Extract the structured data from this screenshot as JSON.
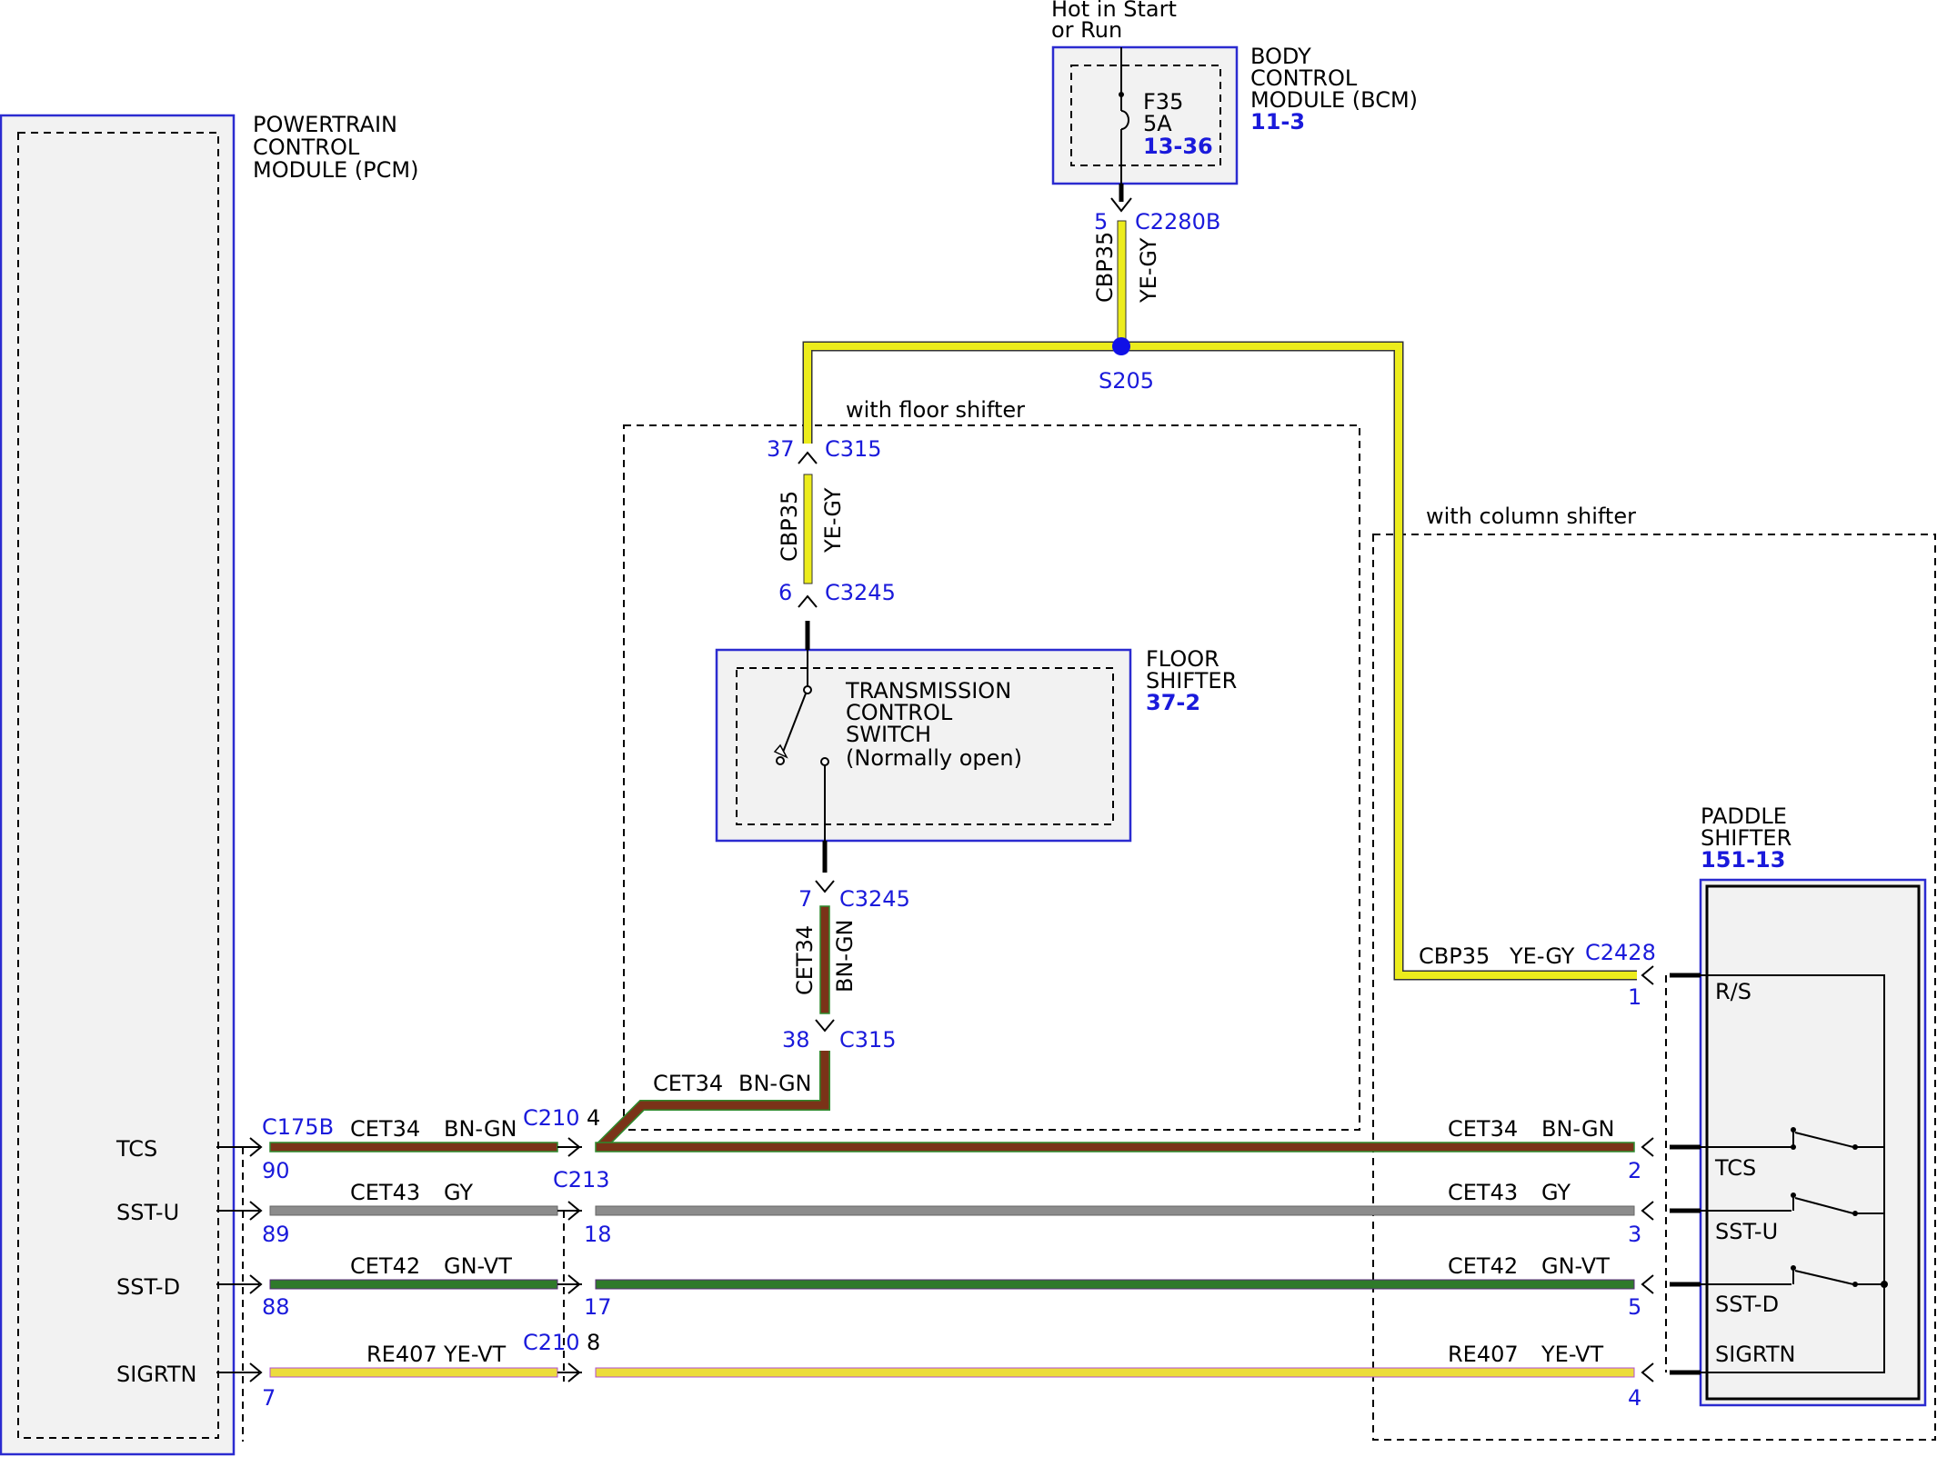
{
  "modules": {
    "pcm": {
      "line1": "POWERTRAIN",
      "line2": "CONTROL",
      "line3": "MODULE (PCM)"
    },
    "bcm": {
      "line1": "BODY",
      "line2": "CONTROL",
      "line3": "MODULE (BCM)",
      "ref": "11-3"
    },
    "floor_shifter": {
      "line1": "FLOOR",
      "line2": "SHIFTER",
      "ref": "37-2"
    },
    "paddle_shifter": {
      "line1": "PADDLE",
      "line2": "SHIFTER",
      "ref": "151-13"
    }
  },
  "power": {
    "hot_line1": "Hot in Start",
    "hot_line2": "or Run",
    "fuse": "F35",
    "fuse_rating": "5A",
    "fuse_ref": "13-36"
  },
  "switch": {
    "line1": "TRANSMISSION",
    "line2": "CONTROL",
    "line3": "SWITCH",
    "line4": "(Normally open)"
  },
  "variants": {
    "floor": "with floor shifter",
    "column": "with column shifter"
  },
  "splice": "S205",
  "connectors": {
    "c2280b": "C2280B",
    "c2280b_pin": "5",
    "c315": "C315",
    "c315_pin_top": "37",
    "c315_pin_bottom": "38",
    "c3245": "C3245",
    "c3245_pin_top": "6",
    "c3245_pin_bottom": "7",
    "c175b": "C175B",
    "c210": "C210",
    "c210_pin_a": "4",
    "c210_pin_b": "8",
    "c213": "C213",
    "c2428": "C2428"
  },
  "wires": {
    "bcm_feed": {
      "circuit": "CBP35",
      "color": "YE-GY"
    },
    "floor_feed": {
      "circuit": "CBP35",
      "color": "YE-GY"
    },
    "column_feed": {
      "circuit": "CBP35",
      "color": "YE-GY",
      "pin": "1"
    },
    "switch_out": {
      "circuit": "CET34",
      "color": "BN-GN"
    },
    "switch_run": {
      "circuit": "CET34",
      "color": "BN-GN"
    },
    "tcs_left": {
      "circuit": "CET34",
      "color": "BN-GN"
    },
    "tcs_right": {
      "circuit": "CET34",
      "color": "BN-GN"
    },
    "sstu_left": {
      "circuit": "CET43",
      "color": "GY"
    },
    "sstu_right": {
      "circuit": "CET43",
      "color": "GY"
    },
    "sstd_left": {
      "circuit": "CET42",
      "color": "GN-VT"
    },
    "sstd_right": {
      "circuit": "CET42",
      "color": "GN-VT"
    },
    "sig_left": {
      "circuit": "RE407",
      "color": "YE-VT"
    },
    "sig_right": {
      "circuit": "RE407",
      "color": "YE-VT"
    }
  },
  "pcm_pins": [
    {
      "name": "TCS",
      "pin": "90"
    },
    {
      "name": "SST-U",
      "pin": "89"
    },
    {
      "name": "SST-D",
      "pin": "88"
    },
    {
      "name": "SIGRTN",
      "pin": "7"
    }
  ],
  "c213_pins": {
    "sstu": "18",
    "sstd": "17"
  },
  "paddle_pins": [
    {
      "name": "R/S",
      "pin": "1"
    },
    {
      "name": "TCS",
      "pin": "2"
    },
    {
      "name": "SST-U",
      "pin": "3"
    },
    {
      "name": "SST-D",
      "pin": "5"
    },
    {
      "name": "SIGRTN",
      "pin": "4"
    }
  ],
  "wire_colors": {
    "YE-GY": "#ecec1c",
    "BN-GN": "#7a3318",
    "GY": "#8c8c8c",
    "GN-VT": "#2f7a2a",
    "YE-VT": "#ecdc3c",
    "stripe_BN-GN": "#2e8b2e",
    "stripe_YE-VT": "#b04fd0",
    "splice_dot": "#1010e6"
  }
}
